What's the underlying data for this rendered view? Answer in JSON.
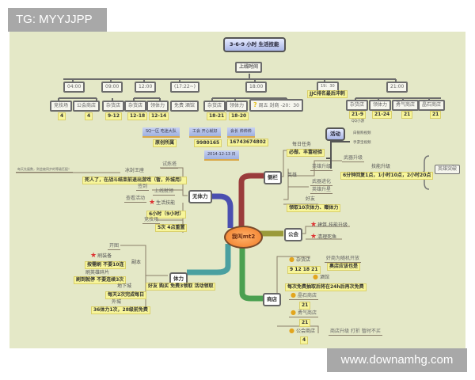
{
  "watermark_top": "TG: MYYJJPP",
  "watermark_bottom": "www.downamhg.com",
  "colors": {
    "background": "#e4e8c7",
    "branch_blue": "#4a4fb0",
    "branch_red": "#9a3c3c",
    "branch_teal": "#4aa0a0",
    "branch_green": "#4aa050",
    "branch_olive": "#9a9a3a"
  },
  "header": {
    "title": "3-6-9 小时 生活技能",
    "online_time": "上线时间"
  },
  "times": [
    {
      "time": "04:00",
      "items": [
        {
          "label": "竞技场",
          "value": "4"
        },
        {
          "label": "公会商店",
          "value": "4"
        }
      ]
    },
    {
      "time": "09:00",
      "items": [
        {
          "label": "杂货店",
          "value": "9-12"
        }
      ]
    },
    {
      "time": "12:00",
      "items": [
        {
          "label": "杂货店",
          "value": "12-18"
        },
        {
          "label": "领体力",
          "value": "12-14"
        }
      ]
    },
    {
      "time": "(17:22~)",
      "items": [
        {
          "label": "免费 酒馆"
        }
      ]
    },
    {
      "time": "18:00",
      "items": [
        {
          "label": "杂货店",
          "value": "18-21"
        },
        {
          "label": "领体力",
          "value": "18-20"
        },
        {
          "label": "周五 封商 -20：30",
          "icon": "question-icon"
        }
      ]
    },
    {
      "time": "19：30",
      "note": "JJC排名最后冲刺"
    },
    {
      "time": "21:00",
      "items": [
        {
          "label": "杂货店",
          "value": "21-9"
        },
        {
          "label": "领体力",
          "value": "21-24"
        },
        {
          "label": "勇气商店",
          "value": "21"
        },
        {
          "label": "晶石商店",
          "value": "21"
        }
      ]
    }
  ],
  "info": [
    {
      "label": "SQ一区 吃迷大队",
      "value": "原创所属"
    },
    {
      "label": "工会 开心就好",
      "value": "9980165"
    },
    {
      "label": "会长 帅帅帅",
      "value": "16743674802"
    },
    {
      "label": "2014-12-13 日"
    }
  ],
  "center": "我叫mt2",
  "no_stamina": {
    "title": "无体力",
    "trial": "试炼塔",
    "ice_throne": "冰封王座",
    "ice_note": "每天先展数，则会被同步的等级匹配！",
    "ice_tip": "死人了，在战斗结束前退出游戏（暂，外城用）",
    "signin": "签到",
    "online_claim": "上线就领",
    "check_events": "查看活动",
    "life_skill": "生活技能",
    "life_skill_value": "6小时（9小时）",
    "arena": "竞技场",
    "arena_value": "5次 4点重置"
  },
  "events": {
    "title": "活动",
    "items": [
      "QQ小游",
      "白银购视频",
      "手游宝视频"
    ]
  },
  "sidebar": {
    "title": "侧栏",
    "daily": "每日任务",
    "daily_value": "必做、丰富经验",
    "hero": "英雄",
    "hero_upgrade": "英雄升级",
    "weapon_upgrade": "武器升级",
    "skill_upgrade": "技能升级",
    "skill_value": "6分钟回复1点，1小时10点，2小时20点",
    "weapon_evolve": "武器进化",
    "hero_star": "英雄升星",
    "hero_break": "英雄突破",
    "friends": "好友",
    "friends_value": "领取10次体力、赠体力"
  },
  "stamina": {
    "title": "体力",
    "open_map": "开图",
    "farm_gear": "刷装备",
    "farm_gear_value": "按需刷 不要10连",
    "hero_shards": "刷英雄碎片",
    "hero_shards_value": "刷到就停 不要连续3次",
    "dungeon_copy": "副本",
    "sources": "好友 购买 免费3领取 活动领取",
    "underground": "地下城",
    "underground_value": "每天2次完成每日",
    "outer_city": "外城",
    "outer_city_value": "36体力1次，28级前免费"
  },
  "guild": {
    "title": "公会",
    "items": [
      "建筑,技能升级",
      "清理死鱼"
    ]
  },
  "shop": {
    "title": "商店",
    "grocery": "杂货店",
    "grocery_value": "9 12 18 21",
    "grocery_note": "奸商为随机开放",
    "grocery_note2": "奥店应该也是",
    "tavern": "酒馆",
    "tavern_value": "每次免费抽取后将在24h后再次免费",
    "crystal": "晶石商店",
    "crystal_value": "21",
    "courage": "勇气商店",
    "courage_value": "21",
    "guild_shop": "公会商店",
    "guild_shop_note": "商店升级 打折 暂时不买",
    "guild_shop_value": "4"
  }
}
